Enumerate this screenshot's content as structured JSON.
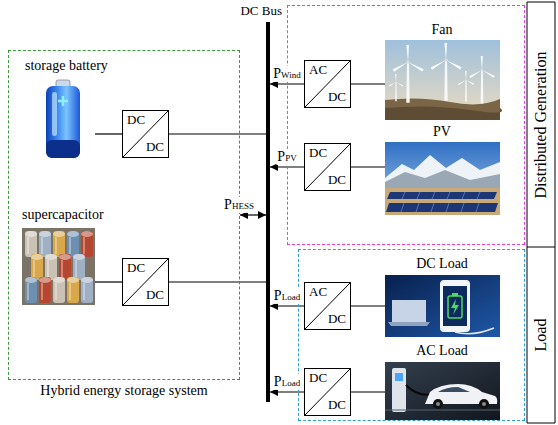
{
  "diagram": {
    "nodes": [
      {
        "text": [
          "Hybrid energy storage system"
        ]
      },
      {
        "text": [
          "DC",
          "DC"
        ],
        "in": 0
      },
      {
        "text": [
          "DC",
          "DC"
        ],
        "in": 0
      },
      {
        "text": [
          "DC Bus"
        ]
      },
      {
        "text": [
          "Distributed Generation"
        ]
      },
      {
        "text": [
          "AC",
          "DC"
        ],
        "in": 4
      },
      {
        "text": [
          "DC",
          "DC"
        ],
        "in": 4
      },
      {
        "text": [
          "Load"
        ]
      },
      {
        "text": [
          "AC",
          "DC"
        ],
        "in": 7
      },
      {
        "text": [
          "DC",
          "DC"
        ],
        "in": 7
      }
    ],
    "edges": [
      {
        "from": 1,
        "to": 3,
        "arrow": "none"
      },
      {
        "from": 2,
        "to": 3,
        "arrow": "none"
      },
      {
        "from": 0,
        "to": 3,
        "arrow": "both",
        "label": "PHESS"
      },
      {
        "from": 5,
        "to": 3,
        "arrow": "to",
        "label": "PWind"
      },
      {
        "from": 6,
        "to": 3,
        "arrow": "to",
        "label": "PPV"
      },
      {
        "from": 8,
        "to": 3,
        "arrow": "to",
        "label": "PLoad"
      },
      {
        "from": 9,
        "to": 3,
        "arrow": "to",
        "label": "PLoad"
      }
    ],
    "labels": [
      "storage battery",
      "supercapacitor",
      "Fan",
      "PV",
      "DC Load",
      "AC Load"
    ]
  }
}
